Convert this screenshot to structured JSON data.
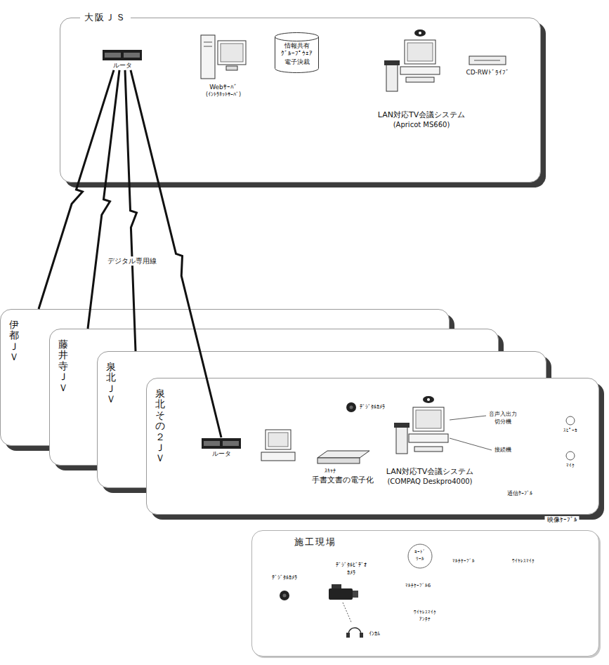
{
  "diagram": {
    "nodes": [
      {
        "text": [
          "大阪ＪＳ"
        ]
      },
      {
        "text": [
          "ルータ"
        ],
        "in": 0
      },
      {
        "text": [
          "情報共有 ｸﾞﾙｰﾌﾟｳｪｱ 電子決裁"
        ],
        "in": 0
      },
      {
        "text": [
          "伊都ＪＶ"
        ]
      },
      {
        "text": [
          "藤井寺ＪＶ"
        ]
      },
      {
        "text": [
          "泉北ＪＶ"
        ]
      },
      {
        "text": [
          "泉北その２ＪＶ"
        ]
      },
      {
        "text": [
          "ルータ"
        ],
        "in": 6
      },
      {
        "text": [
          "施工現場"
        ]
      }
    ],
    "edges": [
      {
        "from": 1,
        "to": 3,
        "arrow": "none"
      },
      {
        "from": 1,
        "to": 4,
        "arrow": "none"
      },
      {
        "from": 1,
        "to": 5,
        "label": "デジタル専用線",
        "arrow": "none"
      },
      {
        "from": 1,
        "to": 7,
        "arrow": "none"
      }
    ],
    "labels": [
      "Webｻｰﾊﾞ",
      "(ｲﾝﾄﾗﾈｯﾄｻｰﾊﾞ)",
      "LAN対応TV会議システム",
      "(Apricot MS660)",
      "CD-RWﾄﾞﾗｲﾌﾞ",
      "ﾃﾞｼﾞﾀﾙｶﾒﾗ",
      "ｽｷｬﾅ",
      "手書文書の電子化",
      "LAN対応TV会議システム",
      "(COMPAQ Deskpro4000)",
      "音声入出力",
      "切分機",
      "接続機",
      "ｽﾋﾟｰｶ",
      "ﾏｲｸ",
      "通信ｹｰﾌﾞﾙ",
      "映像ｹｰﾌﾞﾙ",
      "ﾃﾞｼﾞﾀﾙｶﾒﾗ",
      "ﾃﾞｼﾞﾀﾙﾋﾞﾃﾞｵ",
      "ｶﾒﾗ",
      "ｺｰﾄﾞ",
      "ﾘｰﾙ",
      "ﾏﾙﾁｹｰﾌﾞﾙ",
      "ﾜｲﾔﾚｽﾏｲｸ",
      "ﾏﾙﾁｹｰﾌﾞﾙ6",
      "ﾜｲﾔﾚｽﾏｲｸ",
      "ｱﾝﾃﾅ",
      "ｲﾝｶﾑ"
    ]
  }
}
